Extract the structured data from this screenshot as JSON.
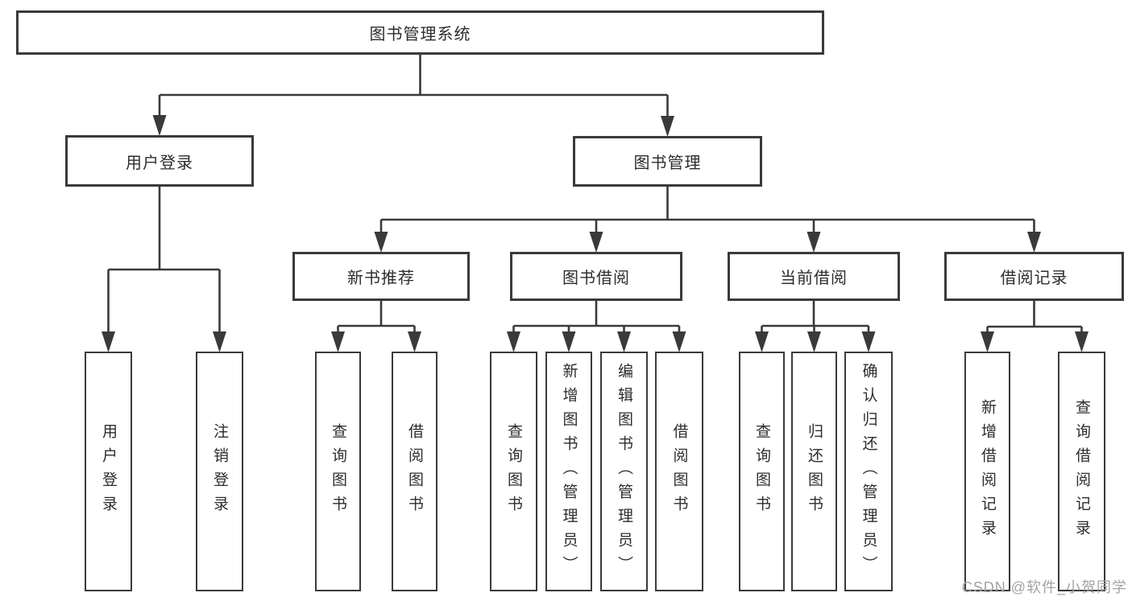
{
  "diagram": {
    "type": "hierarchy-tree",
    "watermark": "CSDN @软件_小贺同学",
    "colors": {
      "background": "#ffffff",
      "line": "#3a3a3a",
      "box_border": "#3a3a3a",
      "box_fill": "#ffffff",
      "text": "#2d2d2d",
      "watermark": "#a3a3a3"
    },
    "nodes": {
      "root": {
        "label": "图书管理系统"
      },
      "user_login": {
        "label": "用户登录"
      },
      "book_mgmt": {
        "label": "图书管理"
      },
      "new_book_rec": {
        "label": "新书推荐"
      },
      "book_borrow": {
        "label": "图书借阅"
      },
      "current_borrow": {
        "label": "当前借阅"
      },
      "borrow_records": {
        "label": "借阅记录"
      },
      "ul_login": {
        "label": "用户登录"
      },
      "ul_logout": {
        "label": "注销登录"
      },
      "nb_query": {
        "label": "查询图书"
      },
      "nb_borrow": {
        "label": "借阅图书"
      },
      "bb_query": {
        "label": "查询图书"
      },
      "bb_add": {
        "label": "新增图书（管理员）"
      },
      "bb_edit": {
        "label": "编辑图书（管理员）"
      },
      "bb_borrow": {
        "label": "借阅图书"
      },
      "cb_query": {
        "label": "查询图书"
      },
      "cb_return": {
        "label": "归还图书"
      },
      "cb_confirm": {
        "label": "确认归还（管理员）"
      },
      "br_add": {
        "label": "新增借阅记录"
      },
      "br_query": {
        "label": "查询借阅记录"
      }
    },
    "edges": {
      "root": [
        "user_login",
        "book_mgmt"
      ],
      "user_login": [
        "ul_login",
        "ul_logout"
      ],
      "book_mgmt": [
        "new_book_rec",
        "book_borrow",
        "current_borrow",
        "borrow_records"
      ],
      "new_book_rec": [
        "nb_query",
        "nb_borrow"
      ],
      "book_borrow": [
        "bb_query",
        "bb_add",
        "bb_edit",
        "bb_borrow"
      ],
      "current_borrow": [
        "cb_query",
        "cb_return",
        "cb_confirm"
      ],
      "borrow_records": [
        "br_add",
        "br_query"
      ]
    }
  }
}
